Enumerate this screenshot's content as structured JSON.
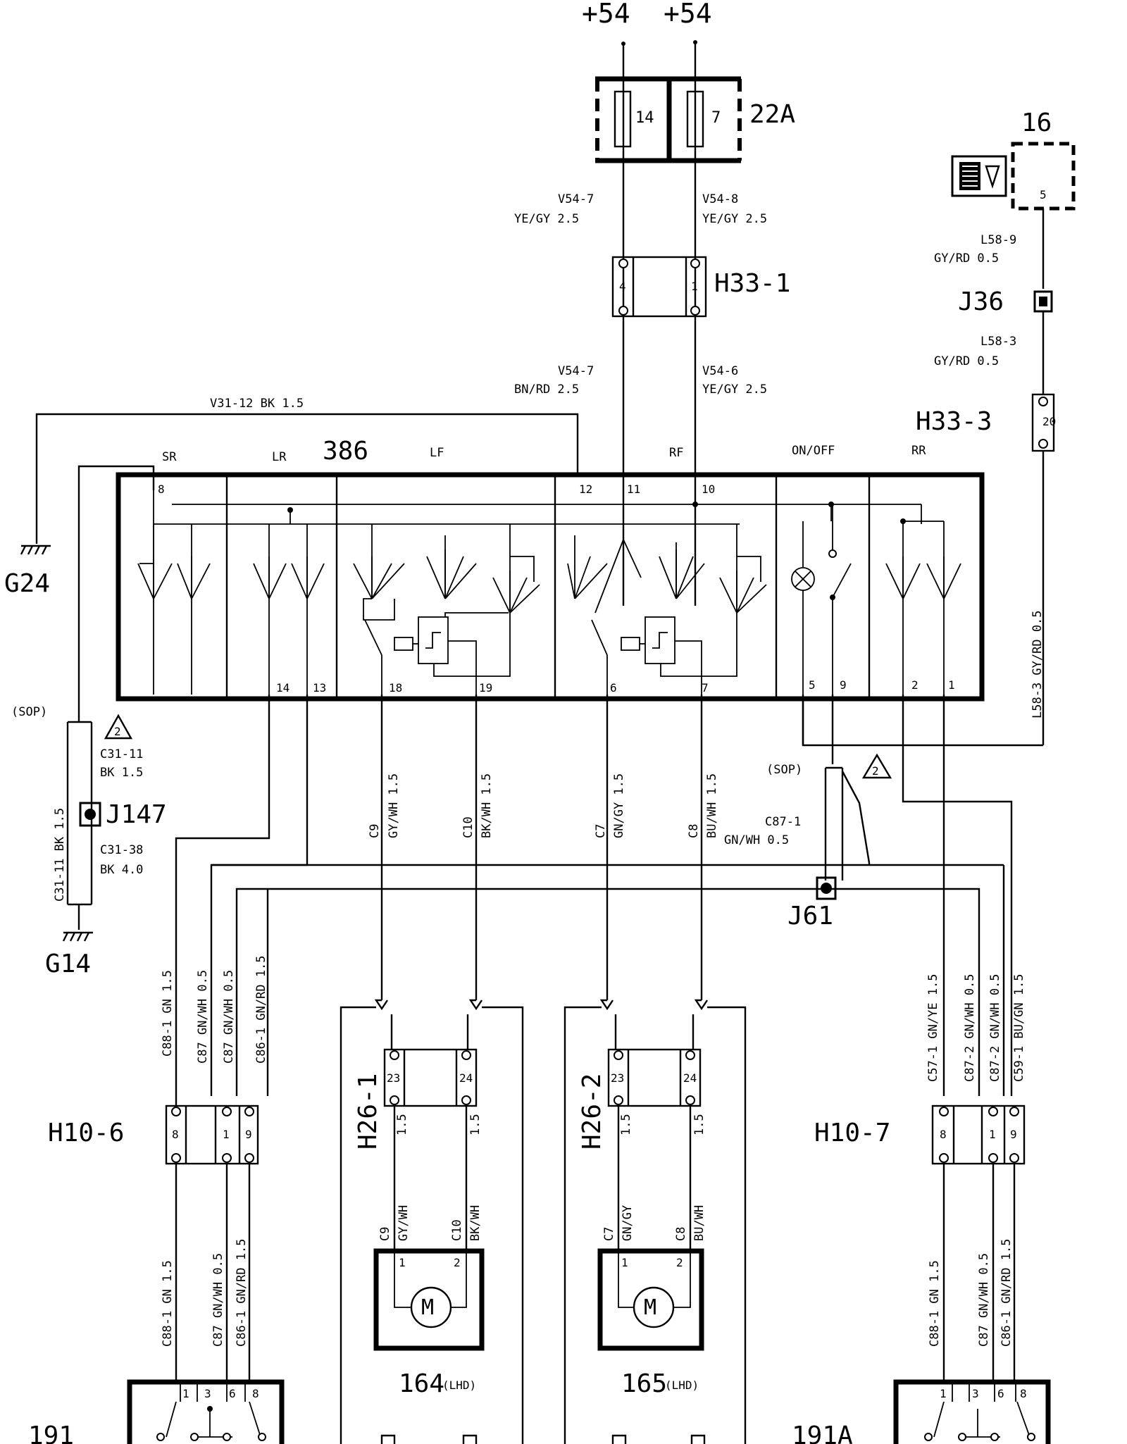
{
  "supply": {
    "left": "+54",
    "right": "+54"
  },
  "fuse_box": {
    "id": "22A",
    "fuse_left": "14",
    "fuse_right": "7"
  },
  "comp16": {
    "id": "16",
    "pin": "5"
  },
  "wires": {
    "v54_7_top": "V54-7",
    "v54_7_top_spec": "YE/GY 2.5",
    "v54_8": "V54-8",
    "v54_8_spec": "YE/GY 2.5",
    "v54_7_bot": "V54-7",
    "v54_7_bot_spec": "BN/RD 2.5",
    "v54_6": "V54-6",
    "v54_6_spec": "YE/GY 2.5",
    "l58_9": "L58-9",
    "l58_9_spec": "GY/RD 0.5",
    "l58_3": "L58-3",
    "l58_3_spec": "GY/RD 0.5",
    "l58_3_vert": "L58-3 GY/RD 0.5",
    "v31_12": "V31-12 BK 1.5",
    "c31_11": "C31-11",
    "c31_11_spec": "BK 1.5",
    "c31_38": "C31-38",
    "c31_38_spec": "BK 4.0",
    "c31_vert": "C31-11 BK 1.5",
    "c87_1": "C87-1",
    "c87_1_spec": "GN/WH 0.5",
    "c9": "C9",
    "c9_spec": "GY/WH 1.5",
    "c10": "C10",
    "c10_spec": "BK/WH 1.5",
    "c7": "C7",
    "c7_spec": "GN/GY 1.5",
    "c8": "C8",
    "c8_spec": "BU/WH 1.5",
    "left_up_1": "C88-1 GN 1.5",
    "left_up_2": "C87 GN/WH 0.5",
    "left_up_3": "C87 GN/WH 0.5",
    "left_up_4": "C86-1 GN/RD 1.5",
    "right_up_1": "C57-1 GN/YE 1.5",
    "right_up_2": "C87-2 GN/WH 0.5",
    "right_up_3": "C87-2 GN/WH 0.5",
    "right_up_4": "C59-1 BU/GN 1.5",
    "left_low_1": "C88-1 GN 1.5",
    "left_low_2": "C87 GN/WH 0.5",
    "left_low_3": "C86-1 GN/RD 1.5",
    "right_low_1": "C88-1 GN 1.5",
    "right_low_2": "C87 GN/WH 0.5",
    "right_low_3": "C86-1 GN/RD 1.5",
    "m164_a": "C9",
    "m164_a_spec": "GY/WH",
    "m164_b": "C10",
    "m164_b_spec": "BK/WH",
    "m165_a": "C7",
    "m165_a_spec": "GN/GY",
    "m165_b": "C8",
    "m165_b_spec": "BU/WH",
    "h26_1_a": "1.5",
    "h26_1_b": "1.5",
    "h26_2_a": "1.5",
    "h26_2_b": "1.5"
  },
  "connectors": {
    "h33_1": "H33-1",
    "h33_1_p1": "4",
    "h33_1_p2": "1",
    "h33_3": "H33-3",
    "h33_3_p": "20",
    "j36": "J36",
    "j147": "J147",
    "j61": "J61",
    "h10_6": "H10-6",
    "h10_6_p": [
      "8",
      "1",
      "9"
    ],
    "h10_7": "H10-7",
    "h10_7_p": [
      "8",
      "1",
      "9"
    ],
    "h26_1": "H26-1",
    "h26_1_p": [
      "23",
      "24"
    ],
    "h26_2": "H26-2",
    "h26_2_p": [
      "23",
      "24"
    ],
    "sop_left": "(SOP)",
    "sop_right": "(SOP)",
    "note": "2"
  },
  "grounds": {
    "g24": "G24",
    "g14": "G14"
  },
  "switch_unit": {
    "id": "386",
    "sections": [
      "SR",
      "LR",
      "LF",
      "RF",
      "ON/OFF",
      "RR"
    ],
    "top_pins": [
      "8",
      "12",
      "11",
      "10"
    ],
    "bottom_pins": [
      "14",
      "13",
      "18",
      "19",
      "6",
      "7",
      "5",
      "9",
      "2",
      "1"
    ]
  },
  "motors": {
    "m164": {
      "id": "164",
      "tag": "(LHD)",
      "symbol": "M",
      "p1": "1",
      "p2": "2"
    },
    "m165": {
      "id": "165",
      "tag": "(LHD)",
      "symbol": "M",
      "p1": "1",
      "p2": "2"
    }
  },
  "door_switches": {
    "left": {
      "id": "191",
      "pins": [
        "1",
        "3",
        "6",
        "8"
      ]
    },
    "right": {
      "id": "191A",
      "pins": [
        "1",
        "3",
        "6",
        "8"
      ]
    }
  }
}
